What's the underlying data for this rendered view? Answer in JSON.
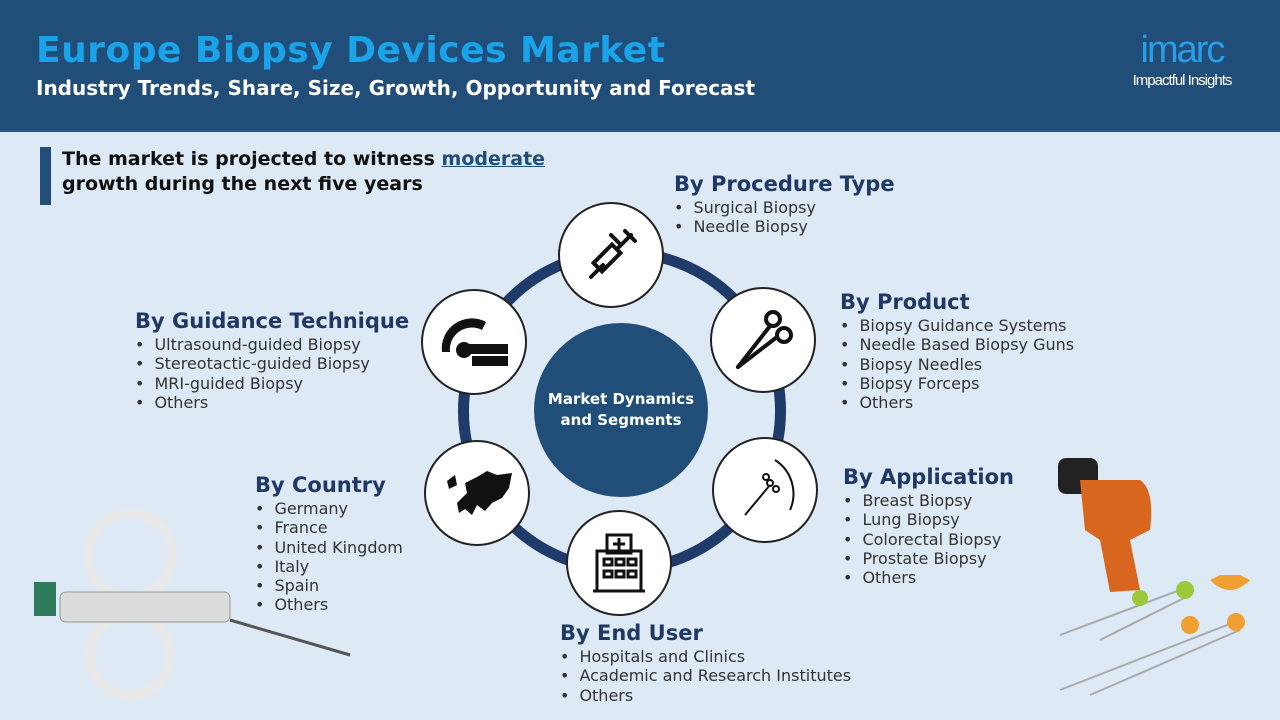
{
  "header": {
    "title": "Europe Biopsy Devices Market",
    "subtitle": "Industry Trends, Share, Size, Growth, Opportunity and Forecast"
  },
  "logo": {
    "brand": "imarc",
    "tagline": "Impactful Insights"
  },
  "callout": {
    "prefix": "The market is projected to witness ",
    "highlight": "moderate",
    "suffix": "growth during the next five years"
  },
  "center": {
    "label": "Market Dynamics and Segments"
  },
  "segments": {
    "procedure": {
      "title": "By Procedure Type",
      "items": [
        "Surgical Biopsy",
        "Needle Biopsy"
      ]
    },
    "product": {
      "title": "By Product",
      "items": [
        "Biopsy Guidance Systems",
        "Needle Based Biopsy Guns",
        "Biopsy Needles",
        "Biopsy Forceps",
        "Others"
      ]
    },
    "application": {
      "title": "By Application",
      "items": [
        "Breast Biopsy",
        "Lung Biopsy",
        "Colorectal Biopsy",
        "Prostate Biopsy",
        "Others"
      ]
    },
    "end_user": {
      "title": "By End User",
      "items": [
        "Hospitals and Clinics",
        "Academic and Research Institutes",
        "Others"
      ]
    },
    "country": {
      "title": "By Country",
      "items": [
        "Germany",
        "France",
        "United Kingdom",
        "Italy",
        "Spain",
        "Others"
      ]
    },
    "guidance": {
      "title": "By Guidance Technique",
      "items": [
        "Ultrasound-guided Biopsy",
        "Stereotactic-guided Biopsy",
        "MRI-guided Biopsy",
        "Others"
      ]
    }
  }
}
